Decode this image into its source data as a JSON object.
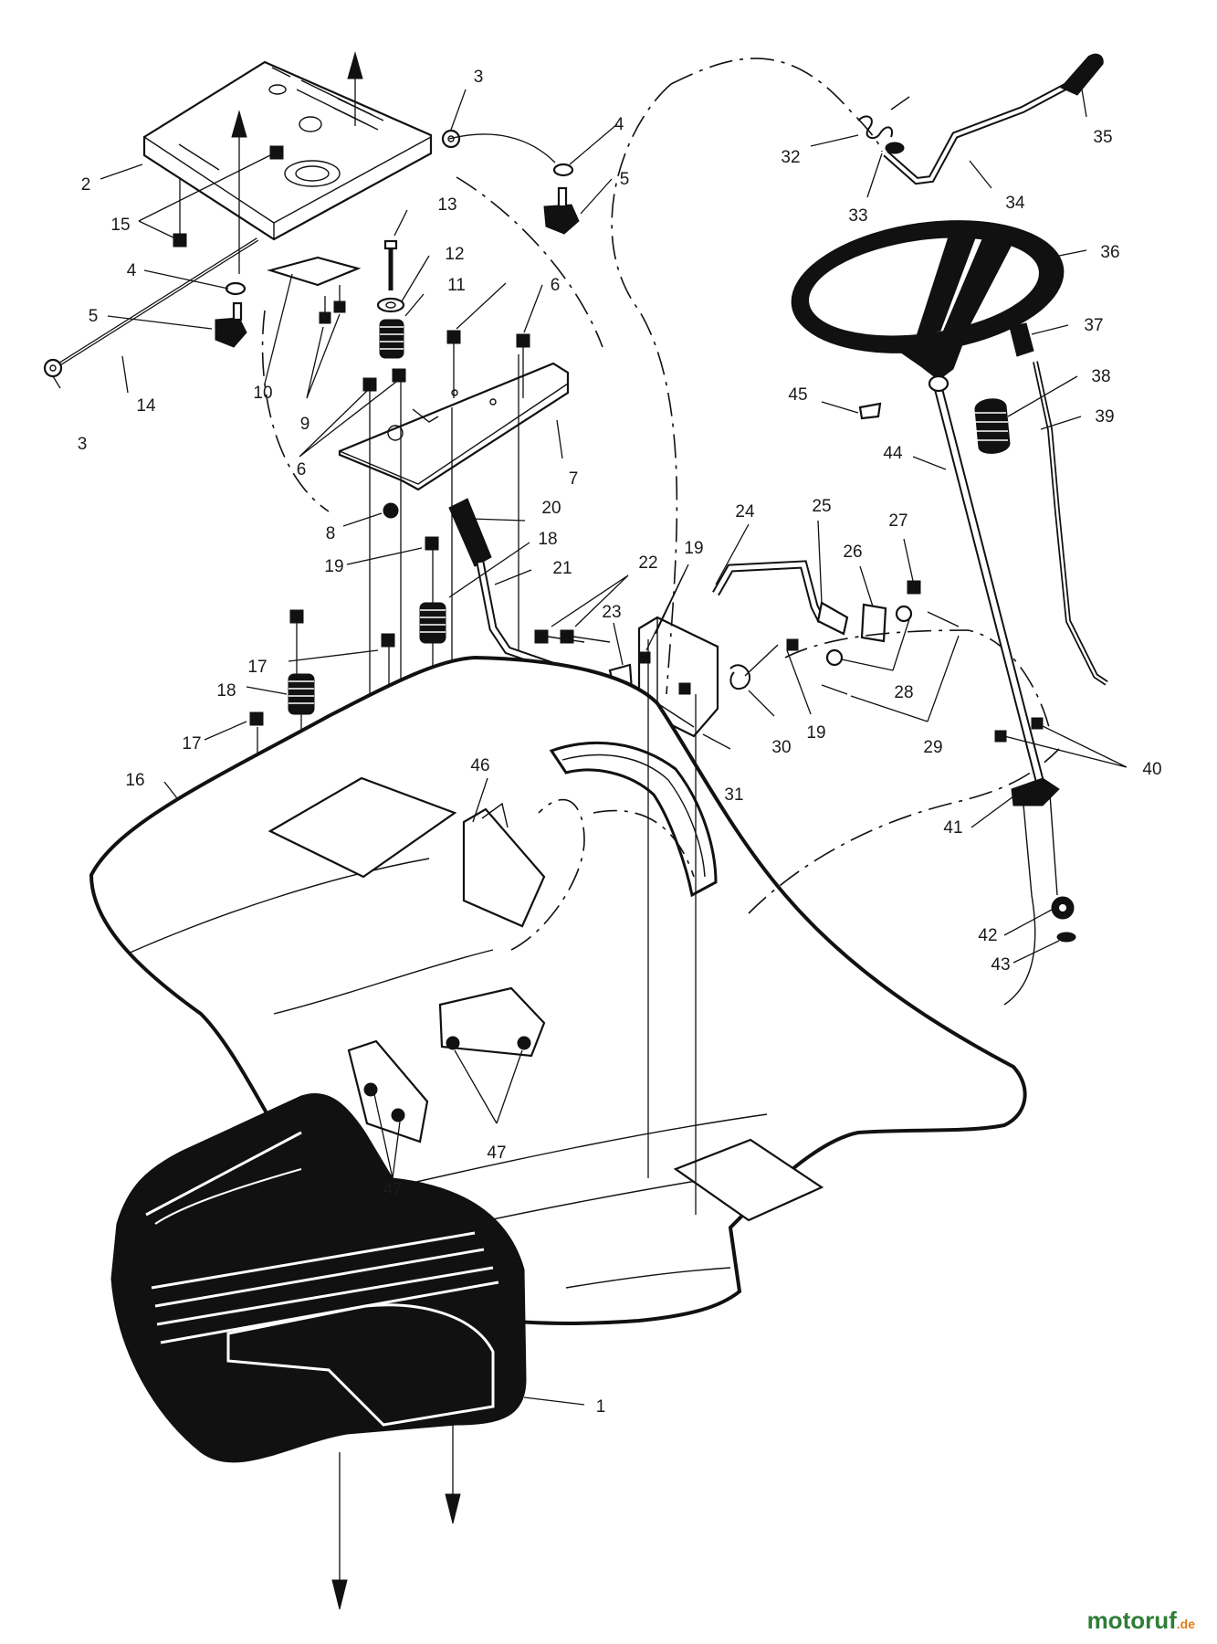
{
  "diagram": {
    "part_labels": {
      "p1": "1",
      "p2": "2",
      "p3a": "3",
      "p3b": "3",
      "p4a": "4",
      "p4b": "4",
      "p5a": "5",
      "p5b": "5",
      "p6a": "6",
      "p6b": "6",
      "p7": "7",
      "p8": "8",
      "p9": "9",
      "p10": "10",
      "p11": "11",
      "p12": "12",
      "p13": "13",
      "p14": "14",
      "p15": "15",
      "p16": "16",
      "p17a": "17",
      "p17b": "17",
      "p18a": "18",
      "p18b": "18",
      "p19a": "19",
      "p19b": "19",
      "p19c": "19",
      "p20": "20",
      "p21": "21",
      "p22": "22",
      "p23": "23",
      "p24": "24",
      "p25": "25",
      "p26": "26",
      "p27": "27",
      "p28": "28",
      "p29": "29",
      "p30": "30",
      "p31": "31",
      "p32": "32",
      "p33": "33",
      "p34": "34",
      "p35": "35",
      "p36": "36",
      "p37": "37",
      "p38": "38",
      "p39": "39",
      "p40": "40",
      "p41": "41",
      "p42": "42",
      "p43": "43",
      "p44": "44",
      "p45": "45",
      "p46": "46",
      "p47a": "47",
      "p47b": "47"
    }
  },
  "watermark": {
    "main": "motoruf",
    "tld": ".de",
    "logo_name": "motoruf-logo"
  }
}
